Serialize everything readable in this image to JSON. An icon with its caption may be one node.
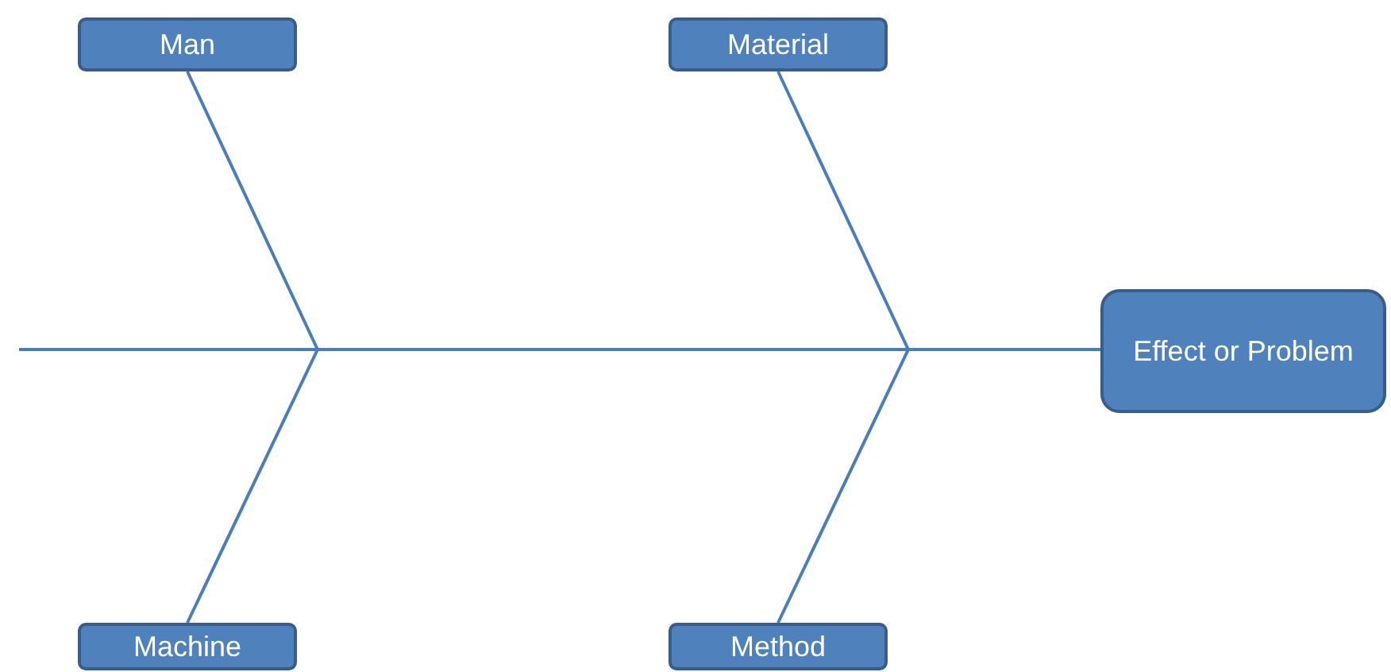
{
  "diagram": {
    "nodes": [
      {
        "text": [
          "Man"
        ]
      },
      {
        "text": [
          "Material"
        ]
      },
      {
        "text": [
          "Effect or Problem"
        ]
      },
      {
        "text": [
          "Machine"
        ]
      },
      {
        "text": [
          "Method"
        ]
      }
    ],
    "edges": [
      {
        "from": null,
        "to": 2,
        "arrow": "none"
      },
      {
        "from": 0,
        "to": 2,
        "arrow": "none"
      },
      {
        "from": 3,
        "to": 2,
        "arrow": "none"
      },
      {
        "from": 1,
        "to": 2,
        "arrow": "none"
      },
      {
        "from": 4,
        "to": 2,
        "arrow": "none"
      }
    ]
  }
}
